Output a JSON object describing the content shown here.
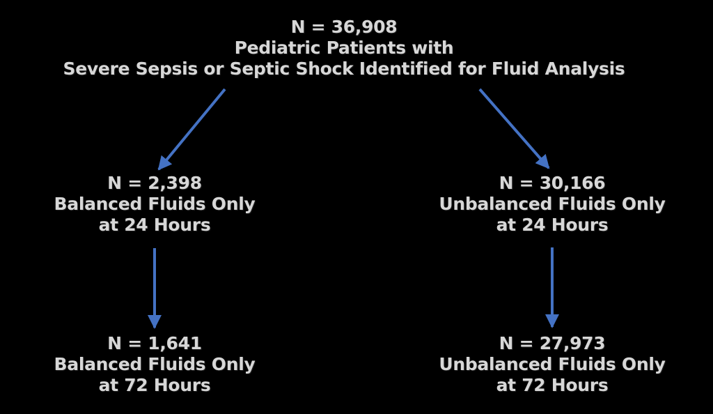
{
  "colors": {
    "background": "#000000",
    "text": "#d7d7d7",
    "arrow": "#4472c4"
  },
  "flowchart": {
    "root": {
      "n": "N = 36,908",
      "description_line1": "Pediatric Patients with",
      "description_line2": "Severe Sepsis or Septic Shock Identified for Fluid Analysis"
    },
    "nodes": [
      {
        "id": "balanced-24h",
        "n": "N = 2,398",
        "label": "Balanced Fluids Only",
        "timepoint": "at 24 Hours"
      },
      {
        "id": "unbalanced-24h",
        "n": "N = 30,166",
        "label": "Unbalanced Fluids Only",
        "timepoint": "at 24 Hours"
      },
      {
        "id": "balanced-72h",
        "n": "N = 1,641",
        "label": "Balanced Fluids Only",
        "timepoint": "at 72 Hours"
      },
      {
        "id": "unbalanced-72h",
        "n": "N = 27,973",
        "label": "Unbalanced Fluids Only",
        "timepoint": "at 72 Hours"
      }
    ]
  }
}
